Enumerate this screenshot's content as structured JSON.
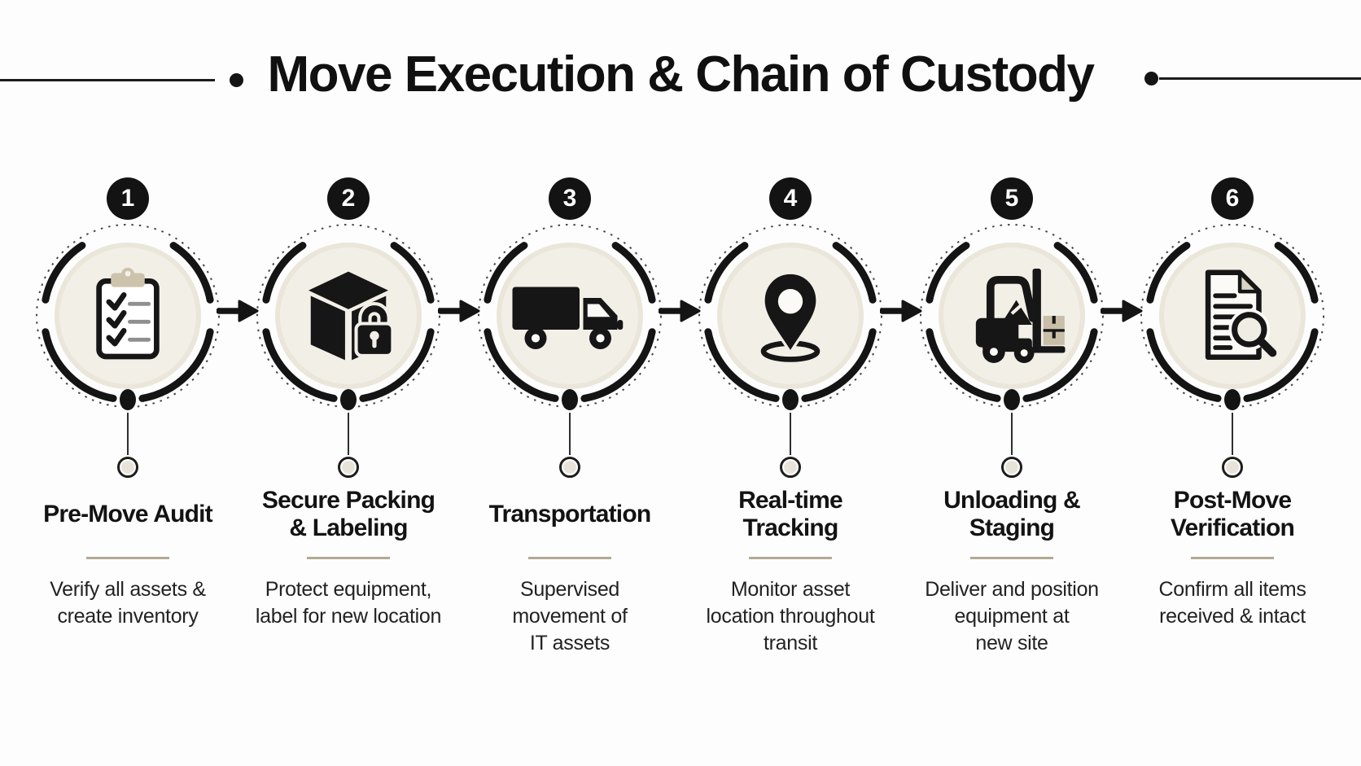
{
  "header": {
    "title": "Move Execution & Chain of Custody"
  },
  "steps": [
    {
      "number": "1",
      "icon": "clipboard-checklist",
      "title": "Pre-Move Audit",
      "description": "Verify all assets &\ncreate inventory"
    },
    {
      "number": "2",
      "icon": "locked-box",
      "title": "Secure Packing\n& Labeling",
      "description": "Protect equipment,\nlabel for new location"
    },
    {
      "number": "3",
      "icon": "truck",
      "title": "Transportation",
      "description": "Supervised\nmovement of\nIT assets"
    },
    {
      "number": "4",
      "icon": "location-pin",
      "title": "Real-time\nTracking",
      "description": "Monitor asset\nlocation throughout\ntransit"
    },
    {
      "number": "5",
      "icon": "forklift",
      "title": "Unloading &\nStaging",
      "description": "Deliver and position\nequipment at\nnew site"
    },
    {
      "number": "6",
      "icon": "document-magnifier",
      "title": "Post-Move\nVerification",
      "description": "Confirm all items\nreceived & intact"
    }
  ],
  "colors": {
    "ink": "#141414",
    "circle_fill_beige": "#f0ede4",
    "divider_tan": "#b1aa92",
    "clip_tan": "#cdc2ab"
  }
}
